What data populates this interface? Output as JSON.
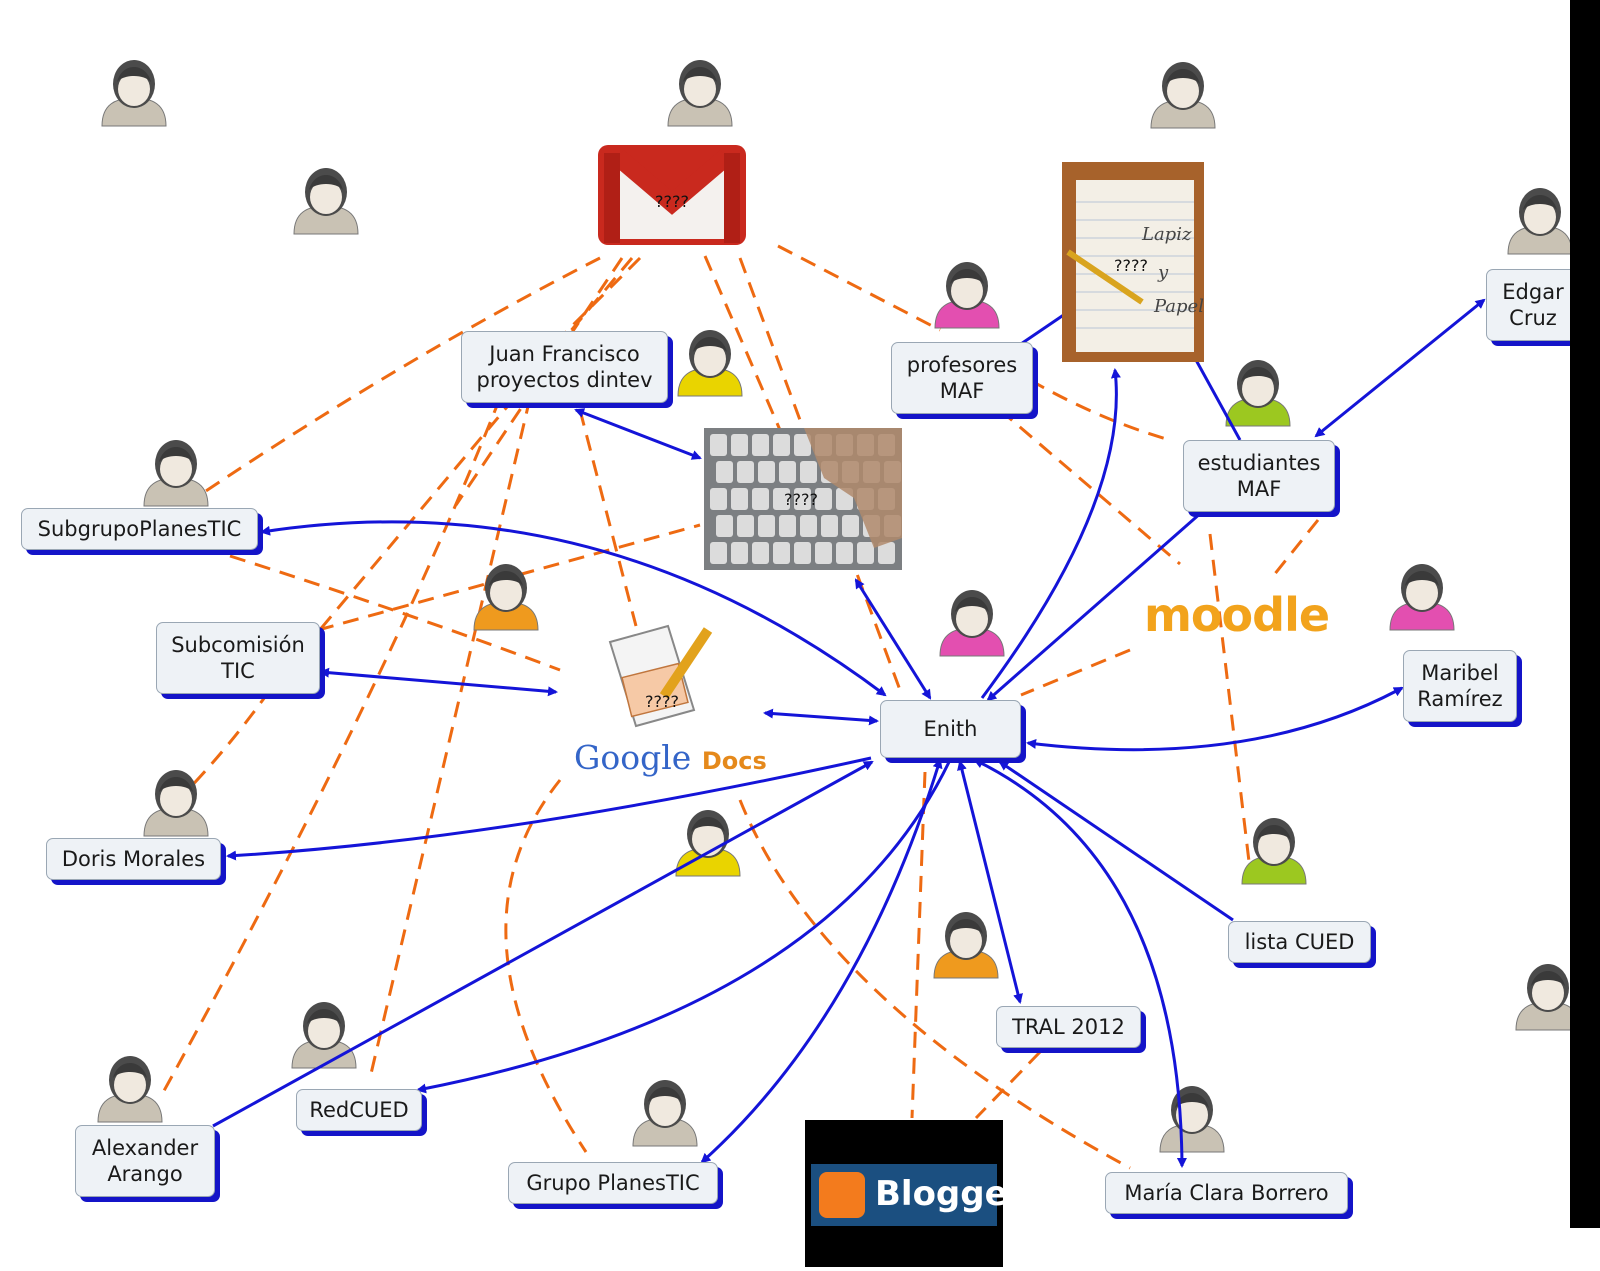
{
  "nodes": {
    "juan": "Juan Francisco proyectos dintev",
    "subgrupo": "SubgrupoPlanesTIC",
    "subcomision": "Subcomisión TIC",
    "doris": "Doris Morales",
    "alexander": "Alexander Arango",
    "redcued": "RedCUED",
    "grupo": "Grupo PlanesTIC",
    "enith": "Enith",
    "tral": "TRAL 2012",
    "maria": "María Clara Borrero",
    "lista": "lista CUED",
    "maribel": "Maribel Ramírez",
    "estudiantes": "estudiantes MAF",
    "profesores": "profesores MAF",
    "edgar": "Edgar Cruz"
  },
  "resources": {
    "gmail": {
      "placeholder": "????",
      "icon": "gmail-icon"
    },
    "lapiz": {
      "placeholder": "????",
      "book_text": [
        "Lapiz",
        "y",
        "Papel"
      ],
      "icon": "book-icon"
    },
    "keyboard": {
      "placeholder": "????",
      "icon": "keyboard-icon"
    },
    "gdocs": {
      "placeholder": "????",
      "logo_google": "Google",
      "logo_docs": "Docs",
      "icon": "google-docs-icon"
    },
    "moodle": {
      "logo": "moodle",
      "icon": "moodle-icon"
    },
    "blogger": {
      "logo": "Blogger",
      "icon": "blogger-icon"
    }
  },
  "colors": {
    "node_fill": "#eef2f6",
    "node_border": "#9aa7b4",
    "node_shadow": "#1414c8",
    "solid_link": "#1414d8",
    "dashed_link": "#ee6a12",
    "person_gray": "#c9c2b4",
    "person_yellow": "#e9d400",
    "person_orange": "#ef9a1e",
    "person_pink": "#e34fb0",
    "person_green": "#9cc820"
  }
}
